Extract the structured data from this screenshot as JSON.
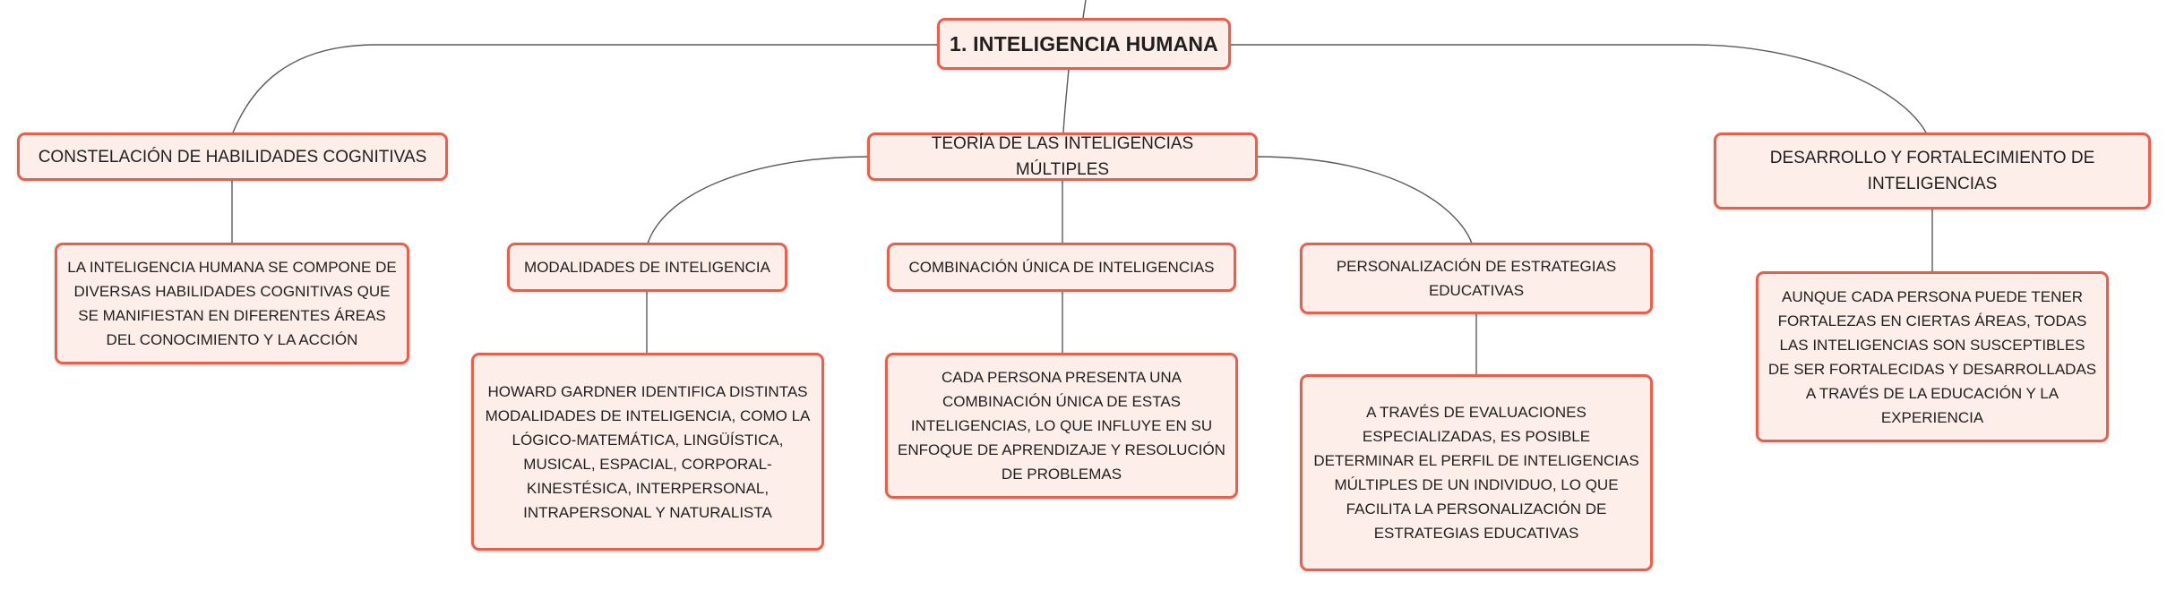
{
  "root": {
    "label": "1. INTELIGENCIA HUMANA"
  },
  "branches": [
    {
      "label": "CONSTELACIÓN DE HABILIDADES COGNITIVAS",
      "detail": "LA INTELIGENCIA HUMANA SE COMPONE DE DIVERSAS HABILIDADES COGNITIVAS QUE SE MANIFIESTAN EN DIFERENTES ÁREAS DEL CONOCIMIENTO Y LA ACCIÓN"
    },
    {
      "label": "TEORÍA DE LAS INTELIGENCIAS MÚLTIPLES",
      "subtopics": [
        {
          "label": "MODALIDADES DE INTELIGENCIA",
          "detail": "HOWARD GARDNER IDENTIFICA DISTINTAS MODALIDADES DE INTELIGENCIA, COMO LA LÓGICO-MATEMÁTICA, LINGÜÍSTICA, MUSICAL, ESPACIAL, CORPORAL-KINESTÉSICA, INTERPERSONAL, INTRAPERSONAL Y NATURALISTA"
        },
        {
          "label": "COMBINACIÓN ÚNICA DE INTELIGENCIAS",
          "detail": "CADA PERSONA PRESENTA UNA COMBINACIÓN ÚNICA DE ESTAS INTELIGENCIAS, LO QUE INFLUYE EN SU ENFOQUE DE APRENDIZAJE Y RESOLUCIÓN DE PROBLEMAS"
        },
        {
          "label": "PERSONALIZACIÓN DE ESTRATEGIAS EDUCATIVAS",
          "detail": "A TRAVÉS DE EVALUACIONES ESPECIALIZADAS, ES POSIBLE DETERMINAR EL PERFIL DE INTELIGENCIAS MÚLTIPLES DE UN INDIVIDUO, LO QUE FACILITA LA PERSONALIZACIÓN DE ESTRATEGIAS EDUCATIVAS"
        }
      ]
    },
    {
      "label": "DESARROLLO Y FORTALECIMIENTO DE INTELIGENCIAS",
      "detail": "AUNQUE CADA PERSONA PUEDE TENER FORTALEZAS EN CIERTAS ÁREAS, TODAS LAS INTELIGENCIAS SON SUSCEPTIBLES DE SER FORTALECIDAS Y DESARROLLADAS A TRAVÉS DE LA EDUCACIÓN Y LA EXPERIENCIA"
    }
  ],
  "colors": {
    "node_fill": "#fdeee9",
    "node_border": "#e5604d",
    "connector": "#5a5a5a"
  }
}
